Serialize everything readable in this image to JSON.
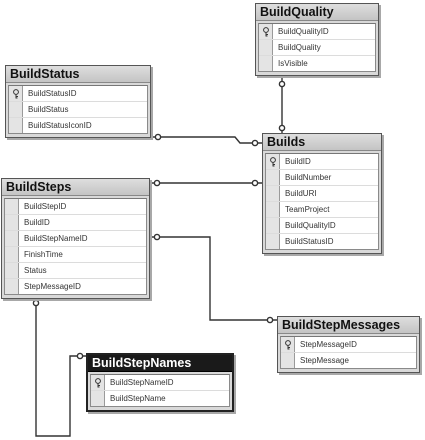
{
  "tables": {
    "build_quality": {
      "title": "BuildQuality",
      "columns": [
        {
          "name": "BuildQualityID",
          "primary_key": true
        },
        {
          "name": "BuildQuality",
          "primary_key": false
        },
        {
          "name": "IsVisible",
          "primary_key": false
        }
      ]
    },
    "build_status": {
      "title": "BuildStatus",
      "columns": [
        {
          "name": "BuildStatusID",
          "primary_key": true
        },
        {
          "name": "BuildStatus",
          "primary_key": false
        },
        {
          "name": "BuildStatusIconID",
          "primary_key": false
        }
      ]
    },
    "builds": {
      "title": "Builds",
      "columns": [
        {
          "name": "BuildID",
          "primary_key": true
        },
        {
          "name": "BuildNumber",
          "primary_key": false
        },
        {
          "name": "BuildURI",
          "primary_key": false
        },
        {
          "name": "TeamProject",
          "primary_key": false
        },
        {
          "name": "BuildQualityID",
          "primary_key": false
        },
        {
          "name": "BuildStatusID",
          "primary_key": false
        }
      ]
    },
    "build_steps": {
      "title": "BuildSteps",
      "columns": [
        {
          "name": "BuildStepID",
          "primary_key": false
        },
        {
          "name": "BuildID",
          "primary_key": false
        },
        {
          "name": "BuildStepNameID",
          "primary_key": false
        },
        {
          "name": "FinishTime",
          "primary_key": false
        },
        {
          "name": "Status",
          "primary_key": false
        },
        {
          "name": "StepMessageID",
          "primary_key": false
        }
      ]
    },
    "build_step_messages": {
      "title": "BuildStepMessages",
      "columns": [
        {
          "name": "StepMessageID",
          "primary_key": true
        },
        {
          "name": "StepMessage",
          "primary_key": false
        }
      ]
    },
    "build_step_names": {
      "title": "BuildStepNames",
      "selected": true,
      "columns": [
        {
          "name": "BuildStepNameID",
          "primary_key": true
        },
        {
          "name": "BuildStepName",
          "primary_key": false
        }
      ]
    }
  },
  "relationships": [
    {
      "from": "build_quality",
      "to": "builds"
    },
    {
      "from": "build_status",
      "to": "builds"
    },
    {
      "from": "builds",
      "to": "build_steps"
    },
    {
      "from": "build_step_messages",
      "to": "build_steps"
    },
    {
      "from": "build_step_names",
      "to": "build_steps"
    }
  ]
}
